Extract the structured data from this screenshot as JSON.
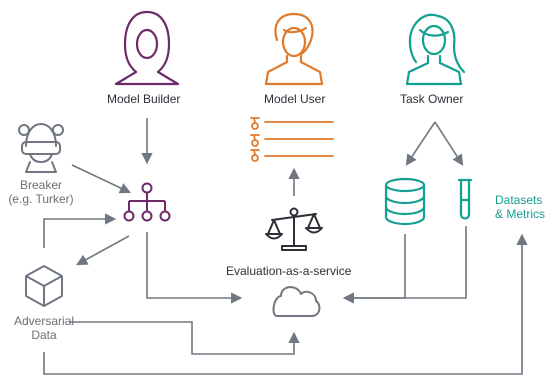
{
  "roles": {
    "model_builder": "Model Builder",
    "model_user": "Model User",
    "task_owner": "Task Owner"
  },
  "breaker": {
    "line1": "Breaker",
    "line2": "(e.g. Turker)"
  },
  "adversarial": {
    "line1": "Adversarial",
    "line2": "Data"
  },
  "evaluation": "Evaluation-as-a-service",
  "datasets": {
    "line1": "Datasets",
    "line2": "& Metrics"
  },
  "colors": {
    "purple": "#6e2b69",
    "orange": "#e07a2c",
    "teal": "#13a08f",
    "gray": "#707780",
    "text": "#2e2e38"
  }
}
